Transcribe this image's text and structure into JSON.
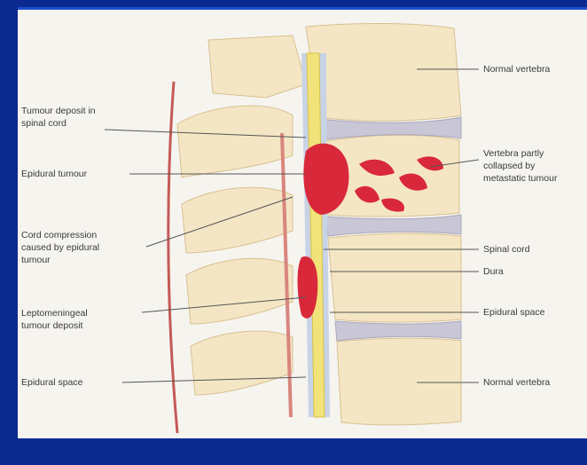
{
  "labels": {
    "normal_vertebra_top": "Normal vertebra",
    "tumour_deposit": "Tumour deposit in\nspinal cord",
    "epidural_tumour": "Epidural tumour",
    "vertebra_collapsed": "Vertebra partly\ncollapsed by\nmetastatic tumour",
    "cord_compression": "Cord compression\ncaused by epidural\ntumour",
    "spinal_cord": "Spinal cord",
    "dura": "Dura",
    "leptomeningeal": "Leptomeningeal\ntumour deposit",
    "epidural_space_right": "Epidural space",
    "epidural_space_left": "Epidural space",
    "normal_vertebra_bottom": "Normal vertebra"
  },
  "colors": {
    "bone": "#f4e6c4",
    "bone_shadow": "#e6cf9c",
    "disc": "#c9c7d6",
    "tumour": "#d9283a",
    "cord": "#f2e27a",
    "dura": "#c8d3e6",
    "ligament": "#c55a55"
  }
}
